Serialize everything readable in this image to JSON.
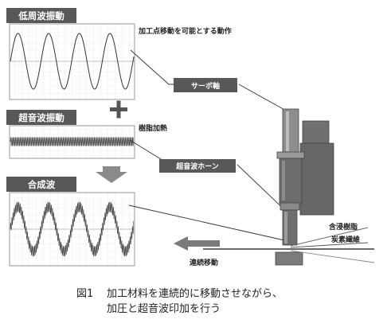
{
  "panels": {
    "low_freq": {
      "tag": "低周波振動",
      "note": "加工点移動を可能とする動作"
    },
    "ultrasonic": {
      "tag": "超音波振動",
      "note": "樹脂加熱"
    },
    "combined": {
      "tag": "合成波"
    }
  },
  "callouts": {
    "servo_axis": "サーボ軸",
    "ultrasonic_horn": "超音波ホーン"
  },
  "labels": {
    "impregnated_resin": "含浸樹脂",
    "carbon_fiber": "炭素繊維",
    "continuous_move": "連続移動"
  },
  "caption": {
    "number": "図1",
    "line1": "加工材料を連続的に移動させながら、",
    "line2": "加圧と超音波印加を行う"
  },
  "colors": {
    "tag": "#585858",
    "grid": "#e2e2e2",
    "wave": "#333333",
    "machine": "#6f6f6f",
    "arrow": "#7a7a7a"
  }
}
